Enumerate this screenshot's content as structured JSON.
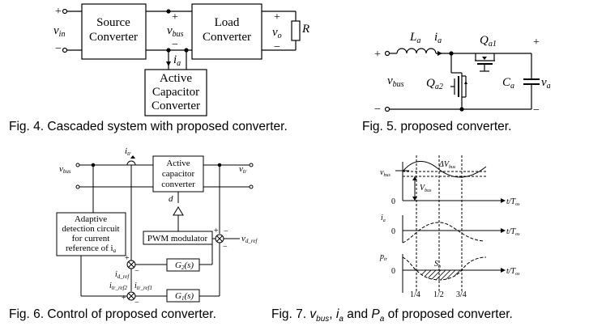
{
  "fig4": {
    "caption": "Fig. 4. Cascaded system with proposed converter.",
    "source_label_1": "Source",
    "source_label_2": "Converter",
    "load_label_1": "Load",
    "load_label_2": "Converter",
    "active_label_1": "Active",
    "active_label_2": "Capacitor",
    "active_label_3": "Converter",
    "vin": "v",
    "vin_sub": "in",
    "vbus": "v",
    "vbus_sub": "bus",
    "ia": "i",
    "ia_sub": "a",
    "vo": "v",
    "vo_sub": "o",
    "R": "R",
    "plus": "+",
    "minus": "−"
  },
  "fig5": {
    "caption": "Fig. 5. proposed converter.",
    "La": "L",
    "La_sub": "a",
    "ia": "i",
    "ia_sub": "a",
    "Qa1": "Q",
    "Qa1_sub": "a1",
    "Qa2": "Q",
    "Qa2_sub": "a2",
    "Ca": "C",
    "Ca_sub": "a",
    "va": "v",
    "va_sub": "a",
    "vbus": "v",
    "vbus_sub": "bus",
    "plus": "+",
    "minus": "−"
  },
  "fig6": {
    "caption": "Fig. 6. Control of proposed converter.",
    "acc_1": "Active",
    "acc_2": "capacitor",
    "acc_3": "converter",
    "adaptive_1": "Adaptive",
    "adaptive_2": "detection circuit",
    "adaptive_3": "for current",
    "adaptive_4": "reference of i",
    "adaptive_4_sub": "a",
    "pwm": "PWM modulator",
    "g2": "G",
    "g2_sub": "2",
    "g2_arg": "(s)",
    "g1": "G",
    "g1_sub": "1",
    "g1_arg": "(s)",
    "d": "d",
    "itr": "i",
    "itr_sub": "tr",
    "vbus": "v",
    "vbus_sub": "bus",
    "vtr": "v",
    "vtr_sub": "tr",
    "vd_ref": "v",
    "vd_ref_sub": "d_ref",
    "id_ref": "i",
    "id_ref_sub": "d_ref",
    "itr_ref2": "i",
    "itr_ref2_sub": "tr_ref2",
    "itr_ref1": "i",
    "itr_ref1_sub": "tr_ref1",
    "plus": "+",
    "minus": "−"
  },
  "fig7": {
    "caption_prefix": "Fig. 7. ",
    "caption_v": "v",
    "caption_v_sub": "bus",
    "caption_sep1": ", ",
    "caption_i": "i",
    "caption_i_sub": "a",
    "caption_and": " and ",
    "caption_p": "P",
    "caption_p_sub": "a",
    "caption_suffix": " of proposed converter.",
    "vbus": "v",
    "vbus_sub": "bus",
    "dvbus": "ΔV",
    "dvbus_sub": "bus",
    "Vbus": "V",
    "Vbus_sub": "bus",
    "ia": "i",
    "ia_sub": "a",
    "pa": "p",
    "pa_sub": "tr",
    "sa": "S",
    "sa_sub": "a",
    "zero": "0",
    "tlabel": "t/T",
    "tlabel_sub": "os",
    "tick1": "1/4",
    "tick2": "1/2",
    "tick3": "3/4"
  }
}
